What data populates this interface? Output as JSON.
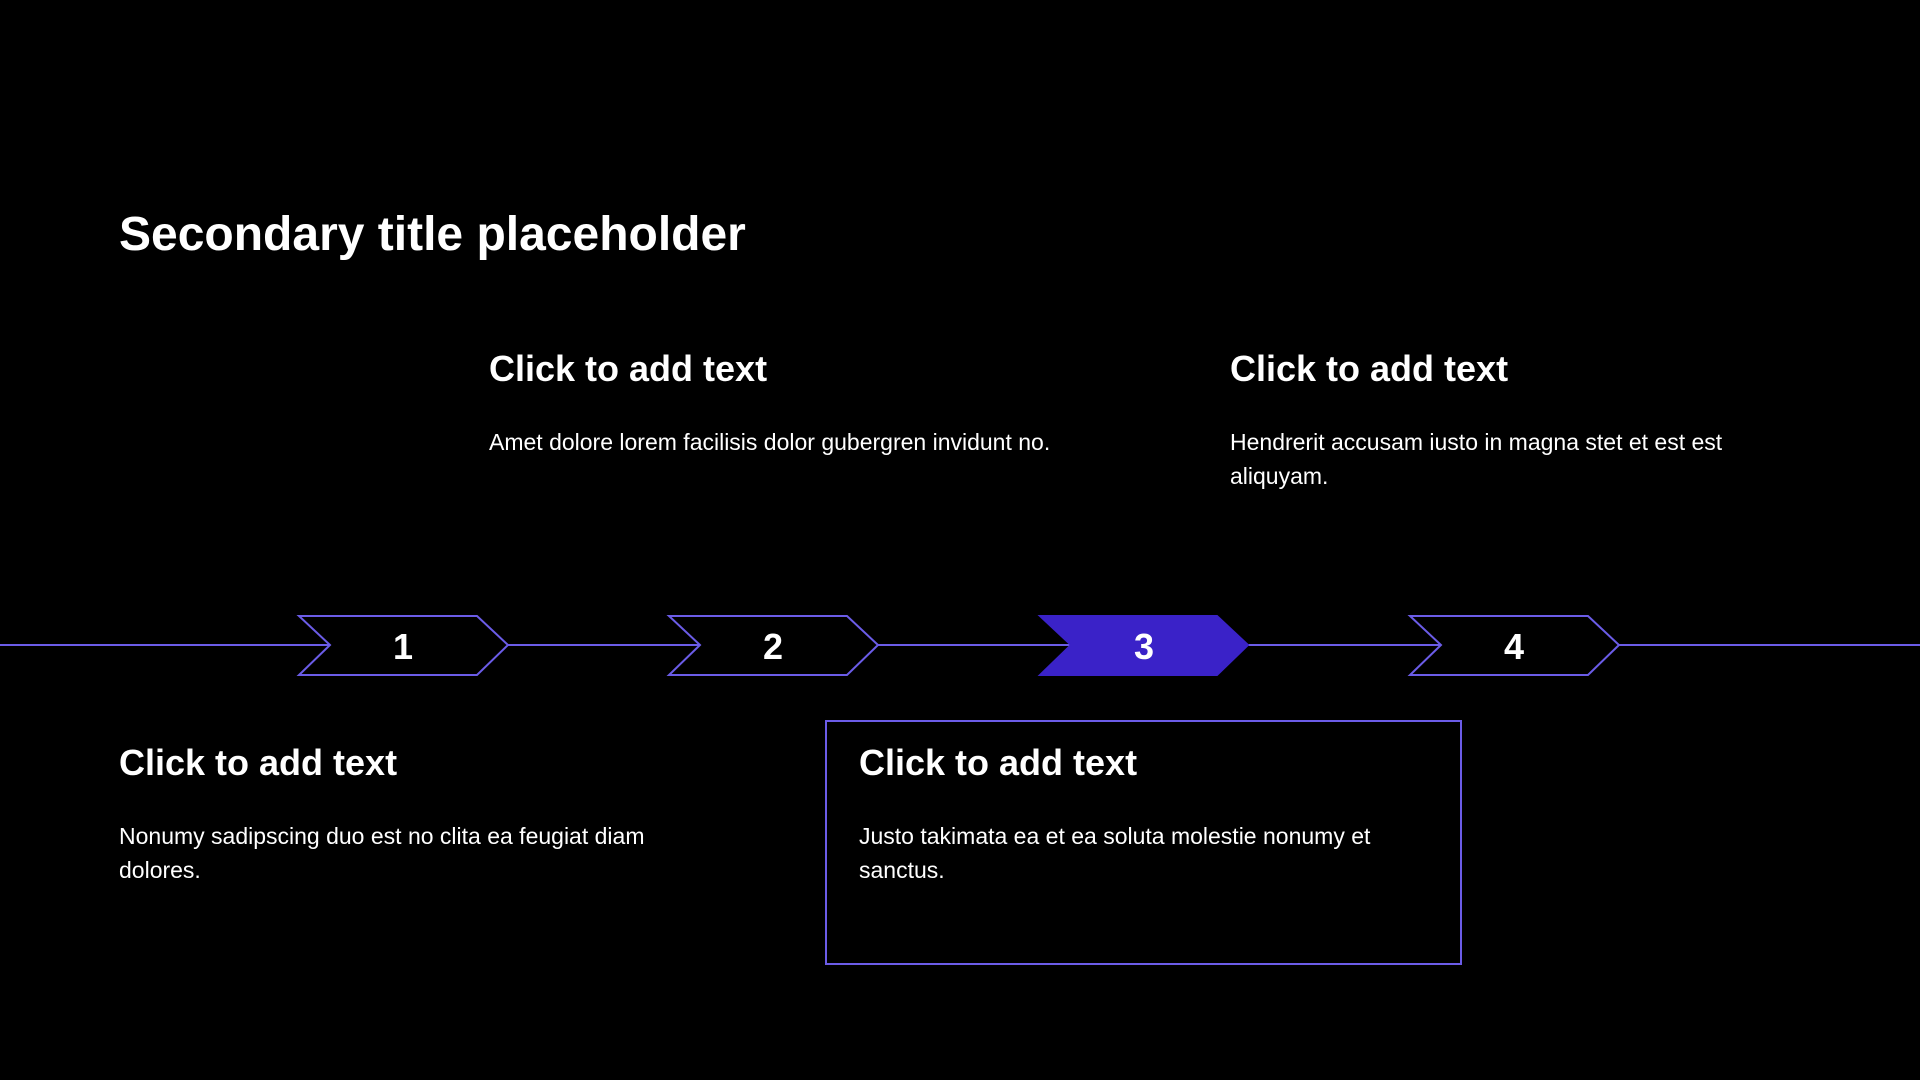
{
  "colors": {
    "background": "#000000",
    "text": "#ffffff",
    "accent_outline": "#6b5ce7",
    "accent_fill": "#3a22c8"
  },
  "slide": {
    "title": "Secondary title placeholder"
  },
  "steps": [
    {
      "number": "1",
      "active": false
    },
    {
      "number": "2",
      "active": false
    },
    {
      "number": "3",
      "active": true
    },
    {
      "number": "4",
      "active": false
    }
  ],
  "blocks": {
    "step1": {
      "heading": "Click to add text",
      "body": "Nonumy sadipscing duo est no clita ea feugiat diam dolores."
    },
    "step2": {
      "heading": "Click to add text",
      "body": "Amet dolore lorem facilisis dolor gubergren invidunt no."
    },
    "step3": {
      "heading": "Click to add text",
      "body": "Justo takimata ea et ea soluta molestie nonumy et sanctus."
    },
    "step4": {
      "heading": "Click to add text",
      "body": "Hendrerit accusam iusto in magna stet et est est aliquyam."
    }
  }
}
